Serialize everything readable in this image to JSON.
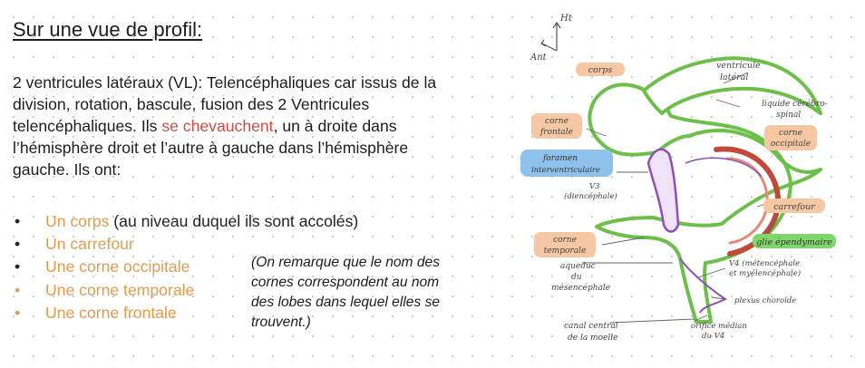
{
  "title": "Sur une vue de profil:",
  "paragraph": {
    "before": "2 ventricules latéraux (VL): Telencéphaliques car issus de la division, rotation, bascule, fusion des 2 Ventricules telencéphaliques. Ils ",
    "highlight": "se chevauchent",
    "after": ", un à droite dans l’hémisphère droit et l’autre à gauche dans l’hémisphère gauche. Ils ont:"
  },
  "list": [
    {
      "orange": "Un corps",
      "rest": " (au niveau duquel ils sont accolés)"
    },
    {
      "orange": "Un carrefour",
      "rest": ""
    },
    {
      "orange": "Une corne occipitale",
      "rest": ""
    },
    {
      "orange": "Une corne temporale",
      "rest": ""
    },
    {
      "orange": "Une corne frontale",
      "rest": ""
    }
  ],
  "bullet": "•",
  "note": "(On remarque que le nom des cornes correspondent au nom des lobes dans lequel elles se trouvent.)",
  "colors": {
    "accent_red": "#d24a43",
    "accent_orange": "#e79a4c",
    "ventricle_green": "#6cc04a",
    "orange_tag": "#f6c7a3",
    "blue_tag": "#8ec1ec",
    "green_tag": "#7fd66a",
    "plexus_red": "#c0493a",
    "third_ventricle_purple": "#8d4fb8"
  },
  "diagram": {
    "axis_up": "Ht",
    "axis_left": "Ant",
    "labels": {
      "corps": "corps",
      "ventricule_lateral_1": "ventricule",
      "ventricule_lateral_2": "latéral",
      "liquide_1": "liquide cérébro-",
      "liquide_2": "spinal",
      "corne_frontale_1": "corne",
      "corne_frontale_2": "frontale",
      "corne_occipitale_1": "corne",
      "corne_occipitale_2": "occipitale",
      "foramen_1": "foramen",
      "foramen_2": "interventriculaire",
      "v3_1": "V3",
      "v3_2": "(diencéphale)",
      "carrefour": "carrefour",
      "corne_temporale_1": "corne",
      "corne_temporale_2": "temporale",
      "glie": "glie épendymaire",
      "aqueduc_1": "aqueduc",
      "aqueduc_2": "du",
      "aqueduc_3": "mésencéphale",
      "v4_1": "V4 (métencéphale",
      "v4_2": "et myélencéphale)",
      "plexus": "plexus choroïde",
      "canal_1": "canal central",
      "canal_2": "de la moelle",
      "orifice_1": "orifice médian",
      "orifice_2": "du V4"
    }
  }
}
